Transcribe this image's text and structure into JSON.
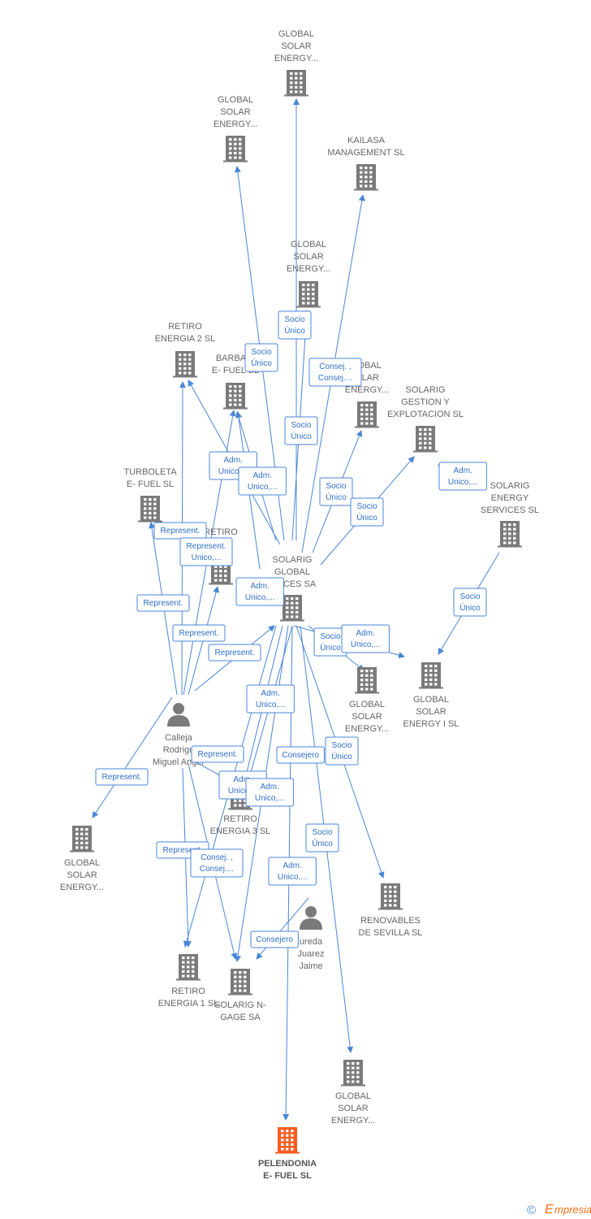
{
  "colors": {
    "building": "#7a7a7a",
    "main_building": "#ff5a1f",
    "edge": "#4a86d8",
    "person": "#7a7a7a"
  },
  "nodes": [
    {
      "id": "gse_top",
      "kind": "company",
      "lines": [
        "GLOBAL",
        "SOLAR",
        "ENERGY..."
      ]
    },
    {
      "id": "gse_2",
      "kind": "company",
      "lines": [
        "GLOBAL",
        "SOLAR",
        "ENERGY..."
      ]
    },
    {
      "id": "kailasa",
      "kind": "company",
      "lines": [
        "KAILASA",
        "MANAGEMENT SL"
      ]
    },
    {
      "id": "gse_3",
      "kind": "company",
      "lines": [
        "GLOBAL",
        "SOLAR",
        "ENERGY..."
      ]
    },
    {
      "id": "retiro2",
      "kind": "company",
      "lines": [
        "RETIRO",
        "ENERGIA 2  SL"
      ]
    },
    {
      "id": "barbarina",
      "kind": "company",
      "lines": [
        "BARBARI",
        "E- FUEL SL"
      ]
    },
    {
      "id": "gse_4",
      "kind": "company",
      "lines": [
        "LOBAL",
        "OLAR",
        "ENERGY..."
      ]
    },
    {
      "id": "solarig_gestion",
      "kind": "company",
      "lines": [
        "SOLARIG",
        "GESTION Y",
        "EXPLOTACION SL"
      ]
    },
    {
      "id": "turboleta",
      "kind": "company",
      "lines": [
        "TURBOLETA",
        "E- FUEL  SL"
      ]
    },
    {
      "id": "solarig_energy",
      "kind": "company",
      "lines": [
        "SOLARIG",
        "ENERGY",
        "SERVICES  SL"
      ]
    },
    {
      "id": "retiro_mid",
      "kind": "company",
      "lines": [
        "RETIRO",
        "SL"
      ]
    },
    {
      "id": "solarig_gs",
      "kind": "company",
      "lines": [
        "SOLARIG",
        "GLOBAL",
        "RVICES SA"
      ]
    },
    {
      "id": "gse_5",
      "kind": "company",
      "lines": [
        "GLOBAL",
        "SOLAR",
        "ENERGY..."
      ]
    },
    {
      "id": "gse_i",
      "kind": "company",
      "lines": [
        "GLOBAL",
        "SOLAR",
        "ENERGY I  SL"
      ]
    },
    {
      "id": "calleja",
      "kind": "person",
      "lines": [
        "Calleja",
        "Rodrigu",
        "Miguel Anger"
      ]
    },
    {
      "id": "gse_left",
      "kind": "company",
      "lines": [
        "GLOBAL",
        "SOLAR",
        "ENERGY..."
      ]
    },
    {
      "id": "retiro3",
      "kind": "company",
      "lines": [
        "RETIRO",
        "ENERGIA 3  SL"
      ]
    },
    {
      "id": "renovables",
      "kind": "company",
      "lines": [
        "RENOVABLES",
        "DE SEVILLA  SL"
      ]
    },
    {
      "id": "jaime",
      "kind": "person",
      "lines": [
        "ureda",
        "Juarez",
        "Jaime"
      ]
    },
    {
      "id": "retiro1",
      "kind": "company",
      "lines": [
        "RETIRO",
        "ENERGIA 1  SL"
      ]
    },
    {
      "id": "solarig_ngage",
      "kind": "company",
      "lines": [
        "SOLARIG N-",
        "GAGE SA"
      ]
    },
    {
      "id": "gse_bottom",
      "kind": "company",
      "lines": [
        "GLOBAL",
        "SOLAR",
        "ENERGY..."
      ]
    },
    {
      "id": "pelendonia",
      "kind": "main",
      "lines": [
        "PELENDONIA",
        "E- FUEL  SL"
      ]
    }
  ],
  "edge_labels": [
    {
      "id": "e1",
      "lines": [
        "Socio",
        "Único"
      ]
    },
    {
      "id": "e2",
      "lines": [
        "Socio",
        "Único"
      ]
    },
    {
      "id": "e3",
      "lines": [
        "Consej. ,",
        "Consej...."
      ]
    },
    {
      "id": "e4",
      "lines": [
        "Socio",
        "Único"
      ]
    },
    {
      "id": "e5",
      "lines": [
        "Adm.",
        "Unico,..."
      ]
    },
    {
      "id": "e6",
      "lines": [
        "Adm.",
        "Unico,..."
      ]
    },
    {
      "id": "e7",
      "lines": [
        "Socio",
        "Único"
      ]
    },
    {
      "id": "e8",
      "lines": [
        "Socio",
        "Único"
      ]
    },
    {
      "id": "e9",
      "lines": [
        "Adm.",
        "Unico,..."
      ]
    },
    {
      "id": "e10",
      "lines": [
        "Represent."
      ]
    },
    {
      "id": "e11",
      "lines": [
        "Represent.",
        "Unico,..."
      ]
    },
    {
      "id": "e12",
      "lines": [
        "Adm.",
        "Unico,..."
      ]
    },
    {
      "id": "e13",
      "lines": [
        "Represent."
      ]
    },
    {
      "id": "e14",
      "lines": [
        "Represent."
      ]
    },
    {
      "id": "e15",
      "lines": [
        "Represent."
      ]
    },
    {
      "id": "e16",
      "lines": [
        "Socio",
        "Único"
      ]
    },
    {
      "id": "e17",
      "lines": [
        "Adm.",
        "Unico,..."
      ]
    },
    {
      "id": "e18",
      "lines": [
        "Adm.",
        "Unico,..."
      ]
    },
    {
      "id": "e19",
      "lines": [
        "Socio",
        "Único"
      ]
    },
    {
      "id": "e20",
      "lines": [
        "Represent."
      ]
    },
    {
      "id": "e21",
      "lines": [
        "Represent."
      ]
    },
    {
      "id": "e22",
      "lines": [
        "Consejero"
      ]
    },
    {
      "id": "e23",
      "lines": [
        "Socio",
        "Único"
      ]
    },
    {
      "id": "e24",
      "lines": [
        "Adm.",
        "Unico,..."
      ]
    },
    {
      "id": "e25",
      "lines": [
        "Adm.",
        "Unico,..."
      ]
    },
    {
      "id": "e26",
      "lines": [
        "Represent."
      ]
    },
    {
      "id": "e27",
      "lines": [
        "Consej. ,",
        "Consej...."
      ]
    },
    {
      "id": "e28",
      "lines": [
        "Socio",
        "Único"
      ]
    },
    {
      "id": "e29",
      "lines": [
        "Adm.",
        "Unico,..."
      ]
    },
    {
      "id": "e30",
      "lines": [
        "Consejero"
      ]
    }
  ],
  "footer": {
    "copyright": "©",
    "brand": "mpresia",
    "brand_initial": "E"
  }
}
